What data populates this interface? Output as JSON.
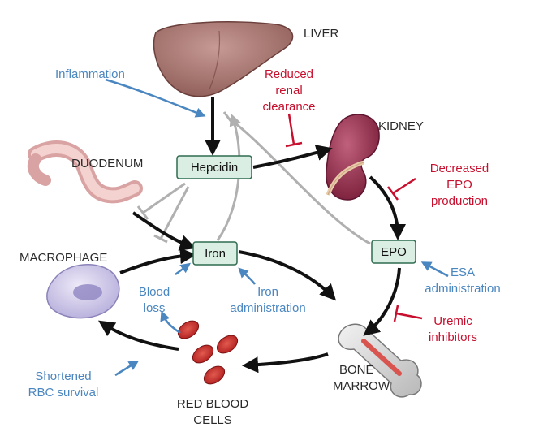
{
  "nodes": {
    "hepcidin": "Hepcidin",
    "iron": "Iron",
    "epo": "EPO"
  },
  "organs": {
    "liver": "LIVER",
    "kidney": "KIDNEY",
    "duodenum": "DUODENUM",
    "macrophage": "MACROPHAGE",
    "bone_marrow": [
      "BONE",
      "MARROW"
    ],
    "red_blood_cells": [
      "RED BLOOD",
      "CELLS"
    ]
  },
  "factors": {
    "inflammation": "Inflammation",
    "reduced_renal_clearance": [
      "Reduced",
      "renal",
      "clearance"
    ],
    "decreased_epo_production": [
      "Decreased",
      "EPO",
      "production"
    ],
    "esa_administration": [
      "ESA",
      "administration"
    ],
    "uremic_inhibitors": [
      "Uremic",
      "inhibitors"
    ],
    "blood_loss": [
      "Blood",
      "loss"
    ],
    "iron_administration": [
      "Iron",
      "administration"
    ],
    "shortened_rbc_survival": [
      "Shortened",
      "RBC survival"
    ]
  },
  "colors": {
    "black_arrow": "#111111",
    "gray_arrow": "#b0b0b0",
    "blue_label": "#4a86c0",
    "red_label": "#c8102e",
    "box_fill": "#dbeee3",
    "box_stroke": "#2e6b4f"
  }
}
